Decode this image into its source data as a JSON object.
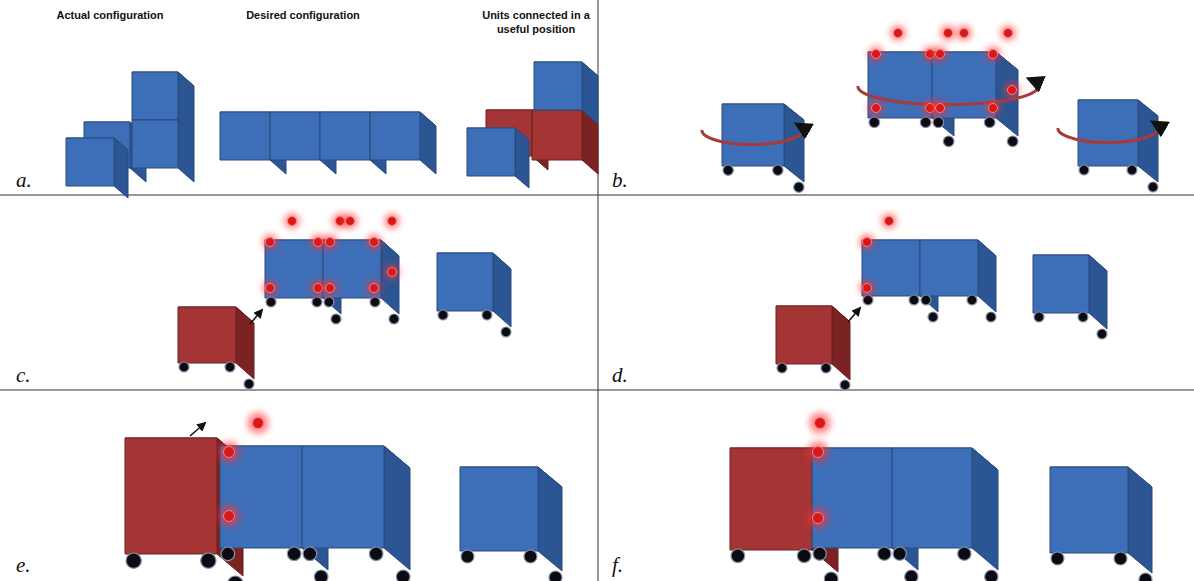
{
  "diagram": {
    "labels": [
      "Actual configuration",
      "Desired configuration",
      "Units connected in a useful position",
      "a.",
      "b.",
      "c.",
      "d.",
      "e.",
      "f."
    ]
  }
}
